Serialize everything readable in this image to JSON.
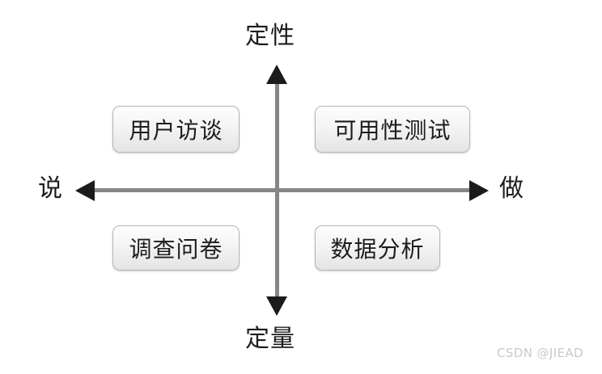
{
  "diagram": {
    "title_top": "定性",
    "title_bottom": "定量",
    "title_left": "说",
    "title_right": "做",
    "axes": {
      "vertical_top_label": "定性",
      "vertical_bottom_label": "定量",
      "horizontal_left_label": "说",
      "horizontal_right_label": "做",
      "line_color": "#868686",
      "arrow_color": "#1b1b1b"
    },
    "quadrants": [
      {
        "position": "top-left",
        "label": "用户访谈"
      },
      {
        "position": "top-right",
        "label": "可用性测试"
      },
      {
        "position": "bottom-left",
        "label": "调查问卷"
      },
      {
        "position": "bottom-right",
        "label": "数据分析"
      }
    ]
  },
  "watermark": {
    "text": "CSDN @JIEAD",
    "color": "#c9c9c9"
  }
}
